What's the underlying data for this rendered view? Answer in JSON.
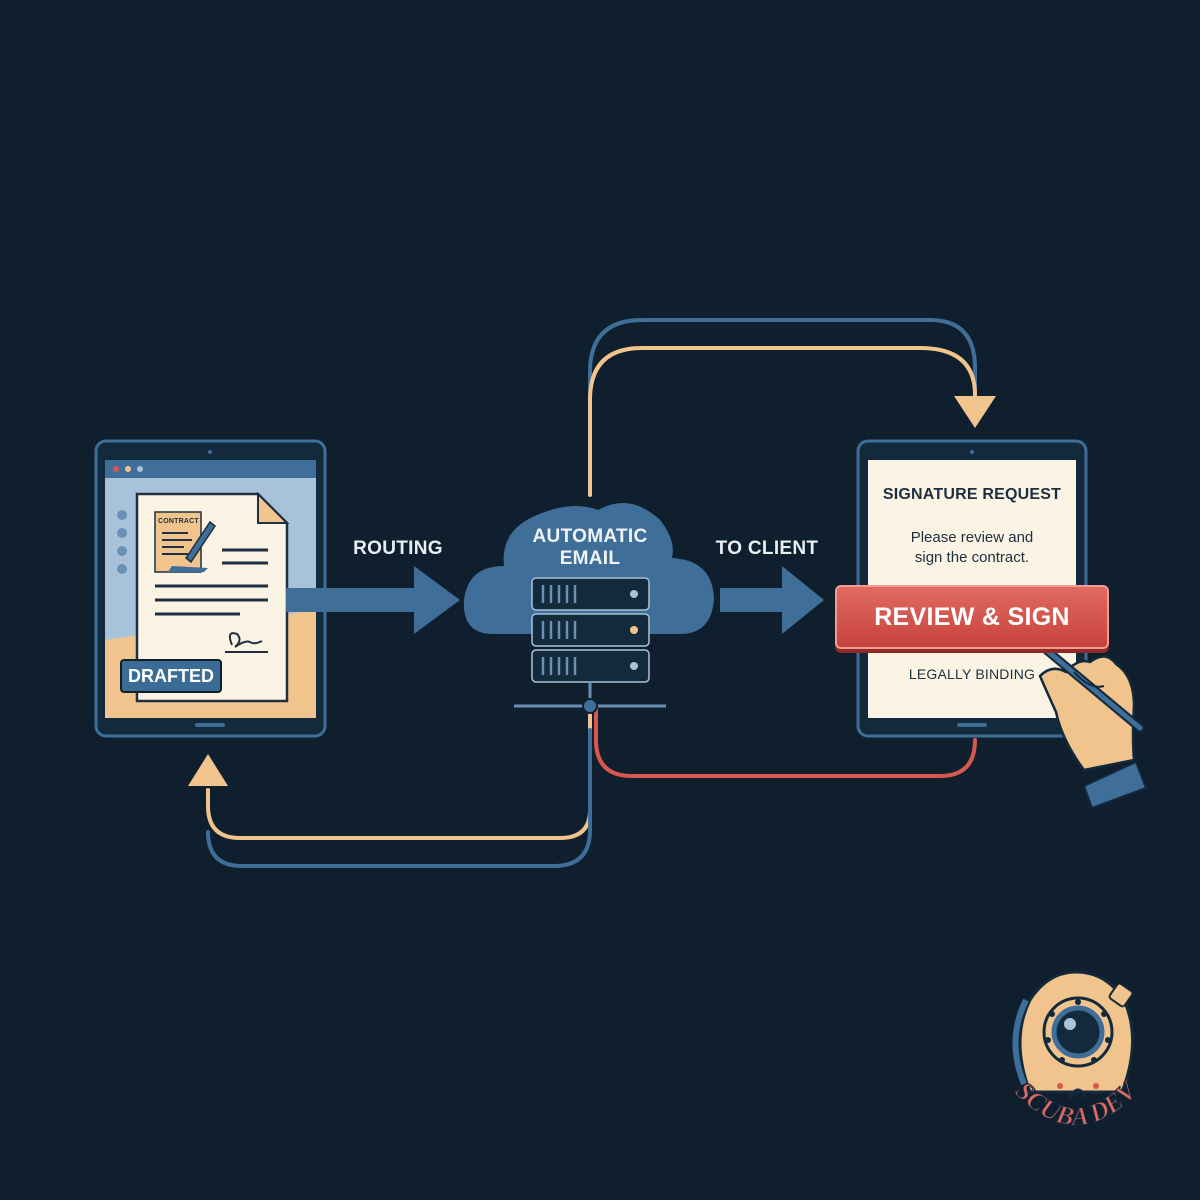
{
  "colors": {
    "background": "#0f1f2e",
    "blue": "#3f6e99",
    "peach": "#f2c48d",
    "red": "#d8584f",
    "paper": "#fbf4e4"
  },
  "steps": {
    "routing_label": "ROUTING",
    "cloud_label_line1": "AUTOMATIC",
    "cloud_label_line2": "EMAIL",
    "to_client_label": "TO CLIENT"
  },
  "left_device": {
    "contract_tag": "CONTRACT",
    "status_badge": "DRAFTED"
  },
  "right_device": {
    "title": "SIGNATURE REQUEST",
    "body_line1": "Please review and",
    "body_line2": "sign the contract.",
    "button_label": "REVIEW & SIGN",
    "footer": "LEGALLY BINDING"
  },
  "logo": {
    "text": "SCUBA DEV",
    "icon": "diving-helmet-icon"
  }
}
